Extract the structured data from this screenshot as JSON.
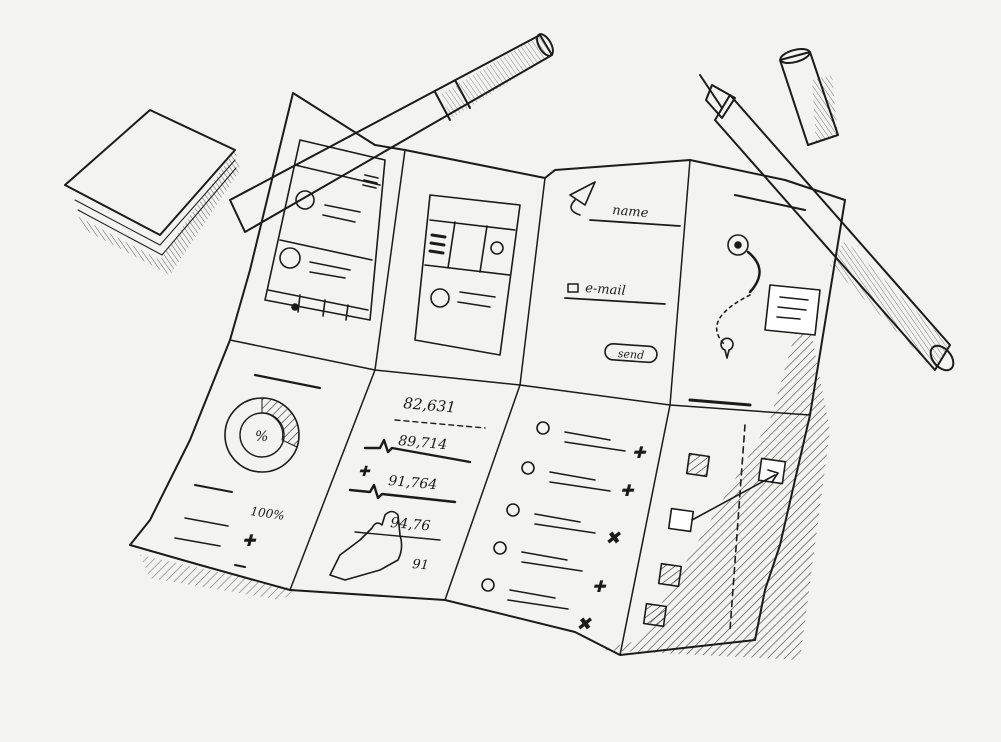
{
  "paper": {
    "stats": {
      "values": [
        "82,631",
        "89,714",
        "91,764",
        "94,76",
        "91"
      ]
    },
    "gauge": {
      "center_symbol": "%",
      "percent_label": "100%"
    },
    "form": {
      "name_label": "name",
      "email_label": "e-mail",
      "send_label": "send"
    }
  },
  "icons": [
    "paper-plane-icon",
    "envelope-icon",
    "location-pin-icon",
    "pointing-hand-icon",
    "close-x-icon",
    "plus-icon"
  ],
  "colors": {
    "ink": "#1b1b1b",
    "paper": "#ffffff",
    "background": "#f3f3f1"
  }
}
